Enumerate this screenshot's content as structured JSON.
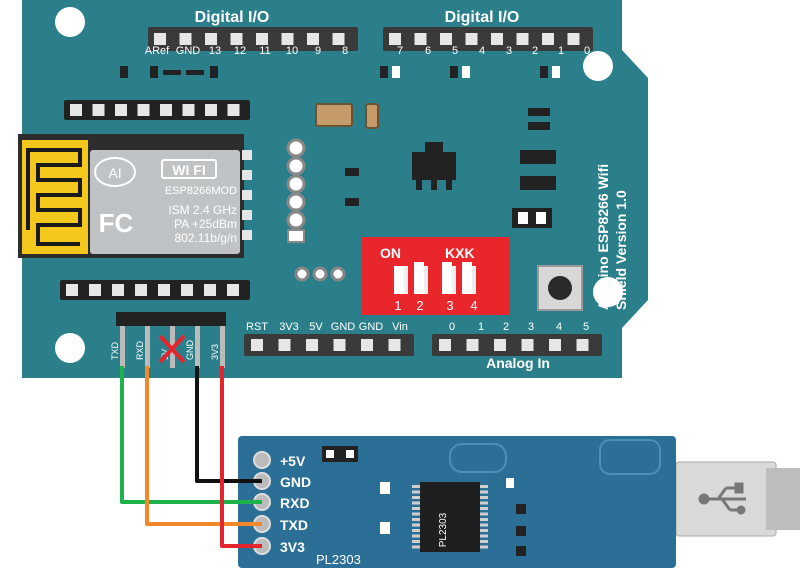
{
  "shield": {
    "headers": [
      "Digital I/O",
      "Digital I/O"
    ],
    "left_pins": [
      "ARef",
      "GND",
      "13",
      "12",
      "11",
      "10",
      "9",
      "8"
    ],
    "right_pins": [
      "7",
      "6",
      "5",
      "4",
      "3",
      "2",
      "1",
      "0"
    ],
    "title_lines": [
      "Arduino ESP8266 Wifi",
      "Shield Version 1.0"
    ],
    "switch_on": "ON",
    "switch_kxk": "KXK",
    "switch_nums": [
      "1",
      "2",
      "3",
      "4"
    ],
    "power_pins": [
      "RST",
      "3V3",
      "5V",
      "GND",
      "GND",
      "Vin"
    ],
    "analog_pins": [
      "0",
      "1",
      "2",
      "3",
      "4",
      "5"
    ],
    "analog_label": "Analog In",
    "esp_pins": [
      "TXD",
      "RXD",
      "5V",
      "GND",
      "3V3"
    ]
  },
  "module": {
    "ai_logo": "AI",
    "wifi_logo": "WI  FI",
    "model": "ESP8266MOD",
    "fc_mark": "FC",
    "specs": [
      "ISM 2.4 GHz",
      "PA +25dBm",
      "802.11b/g/n"
    ]
  },
  "converter": {
    "pins": [
      "+5V",
      "GND",
      "RXD",
      "TXD",
      "3V3"
    ],
    "chip_label": "PL2303",
    "board_label": "PL2303"
  },
  "colors": {
    "shield": "#2a7f8a",
    "converter": "#2b6f97",
    "switch_block": "#e8262b",
    "wire_black": "#111111",
    "wire_green": "#1db34a",
    "wire_orange": "#f2882a",
    "wire_red": "#e3262d"
  }
}
